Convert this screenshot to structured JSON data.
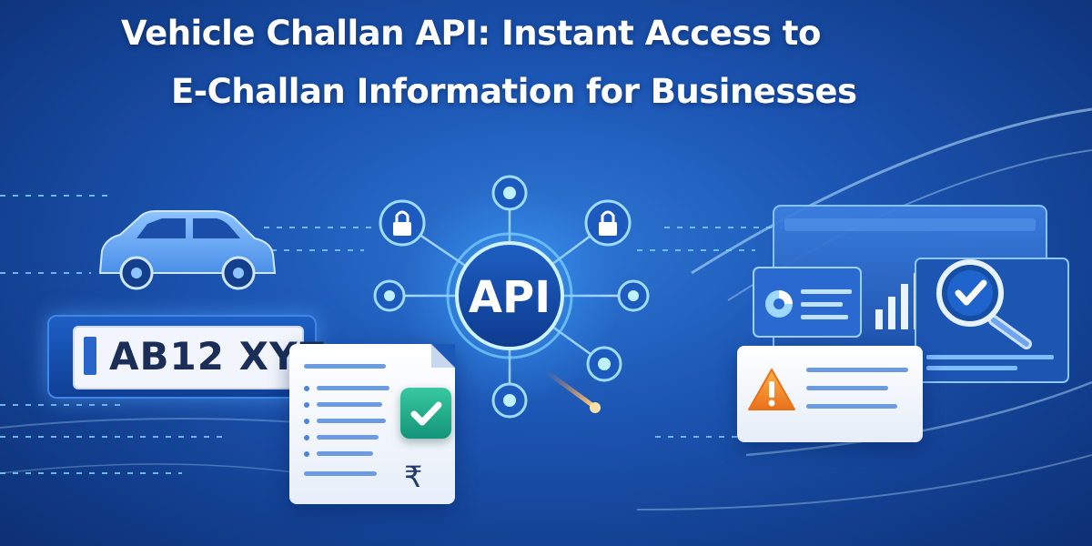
{
  "headline": {
    "line1": "Vehicle Challan API: Instant Access to",
    "line2": "E-Challan Information for Businesses"
  },
  "hub": {
    "label": "API"
  },
  "license_plate": {
    "text": "AB12 XYZ"
  },
  "document": {
    "currency_symbol": "₹"
  },
  "icons": [
    "car-icon",
    "lock-icon",
    "check-badge-icon",
    "rupee-icon",
    "warning-icon",
    "magnifier-check-icon",
    "bar-chart-icon",
    "pie-chart-icon"
  ],
  "colors": {
    "background_dark": "#0d2f73",
    "background_mid": "#1c56b4",
    "glow": "#7fd4ff",
    "check_green": "#1fae88",
    "warning_orange": "#f08a24",
    "text_white": "#ffffff"
  }
}
